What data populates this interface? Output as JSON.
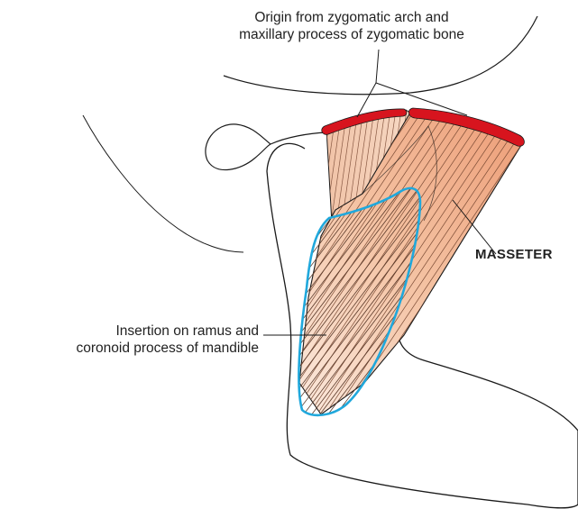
{
  "labels": {
    "origin_line1": "Origin from zygomatic arch and",
    "origin_line2": "maxillary process of zygomatic bone",
    "insertion_line1": "Insertion on ramus and",
    "insertion_line2": "coronoid process of mandible",
    "muscle": "MASSETER"
  },
  "colors": {
    "muscle_fill_light": "#f6d3bd",
    "muscle_fill_dark": "#eea07c",
    "origin_red": "#d7141e",
    "insertion_outline": "#20a8dc",
    "outline": "#1a1a1a",
    "fiber": "#7a4a34"
  }
}
